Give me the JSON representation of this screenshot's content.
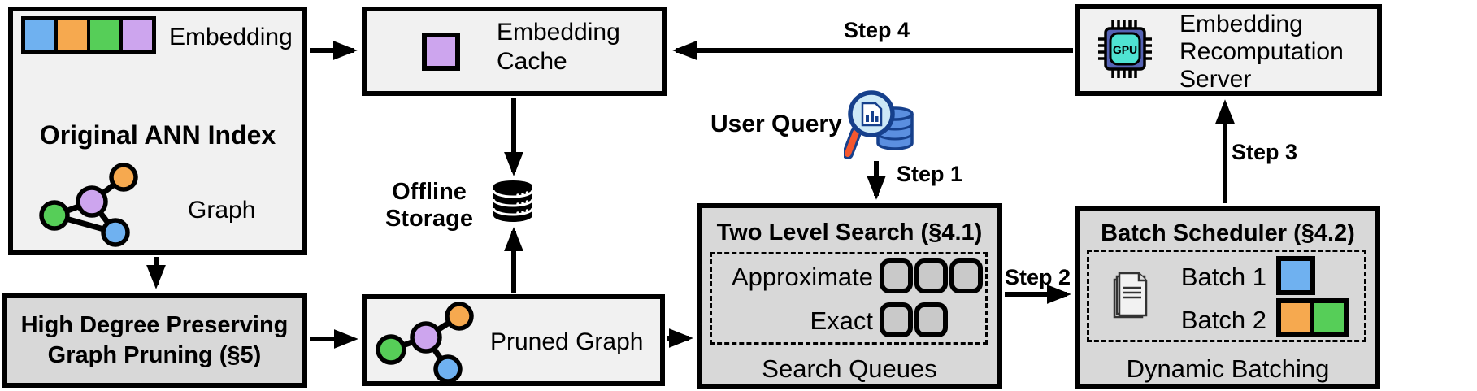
{
  "palette": {
    "blue": "#6fb1f0",
    "orange": "#f6a94f",
    "green": "#56ce58",
    "purple": "#cda5ee",
    "light_box": "#f1f1f1",
    "dark_box": "#d8d8d8",
    "slot_fill": "#c9c9c9",
    "db_blue": "#5b8fe0",
    "db_outline": "#16408c",
    "lens_blue": "#cde9f7",
    "handle_orange": "#f4572e",
    "chip_body": "#5563b4",
    "chip_core": "#4fe3d2"
  },
  "original_index": {
    "title": "Original ANN Index",
    "embedding_label": "Embedding",
    "graph_label": "Graph"
  },
  "embedding_cache": {
    "line1": "Embedding",
    "line2": "Cache"
  },
  "offline_storage": {
    "line1": "Offline",
    "line2": "Storage"
  },
  "user_query": {
    "label": "User Query"
  },
  "steps": {
    "step1": "Step 1",
    "step2": "Step 2",
    "step3": "Step 3",
    "step4": "Step 4"
  },
  "two_level_search": {
    "title": "Two Level Search (§4.1)",
    "row1_label": "Approximate",
    "row2_label": "Exact",
    "caption": "Search Queues"
  },
  "batch_scheduler": {
    "title": "Batch Scheduler (§4.2)",
    "batch1_label": "Batch 1",
    "batch2_label": "Batch 2",
    "caption": "Dynamic Batching"
  },
  "recompute_server": {
    "line1": "Embedding",
    "line2": "Recomputation",
    "line3": "Server"
  },
  "graph_pruning": {
    "line1": "High Degree Preserving",
    "line2": "Graph Pruning (§5)"
  },
  "pruned_graph": {
    "label": "Pruned Graph"
  },
  "gpu_icon_label": "GPU",
  "icons": [
    "embedding-vector-strip",
    "ann-graph-icon",
    "cached-embedding-square",
    "database-storage-icon",
    "query-magnifier-database-icon",
    "queue-slot",
    "documents-stack-icon",
    "batch-color-squares",
    "gpu-chip-icon",
    "pruned-graph-icon"
  ]
}
